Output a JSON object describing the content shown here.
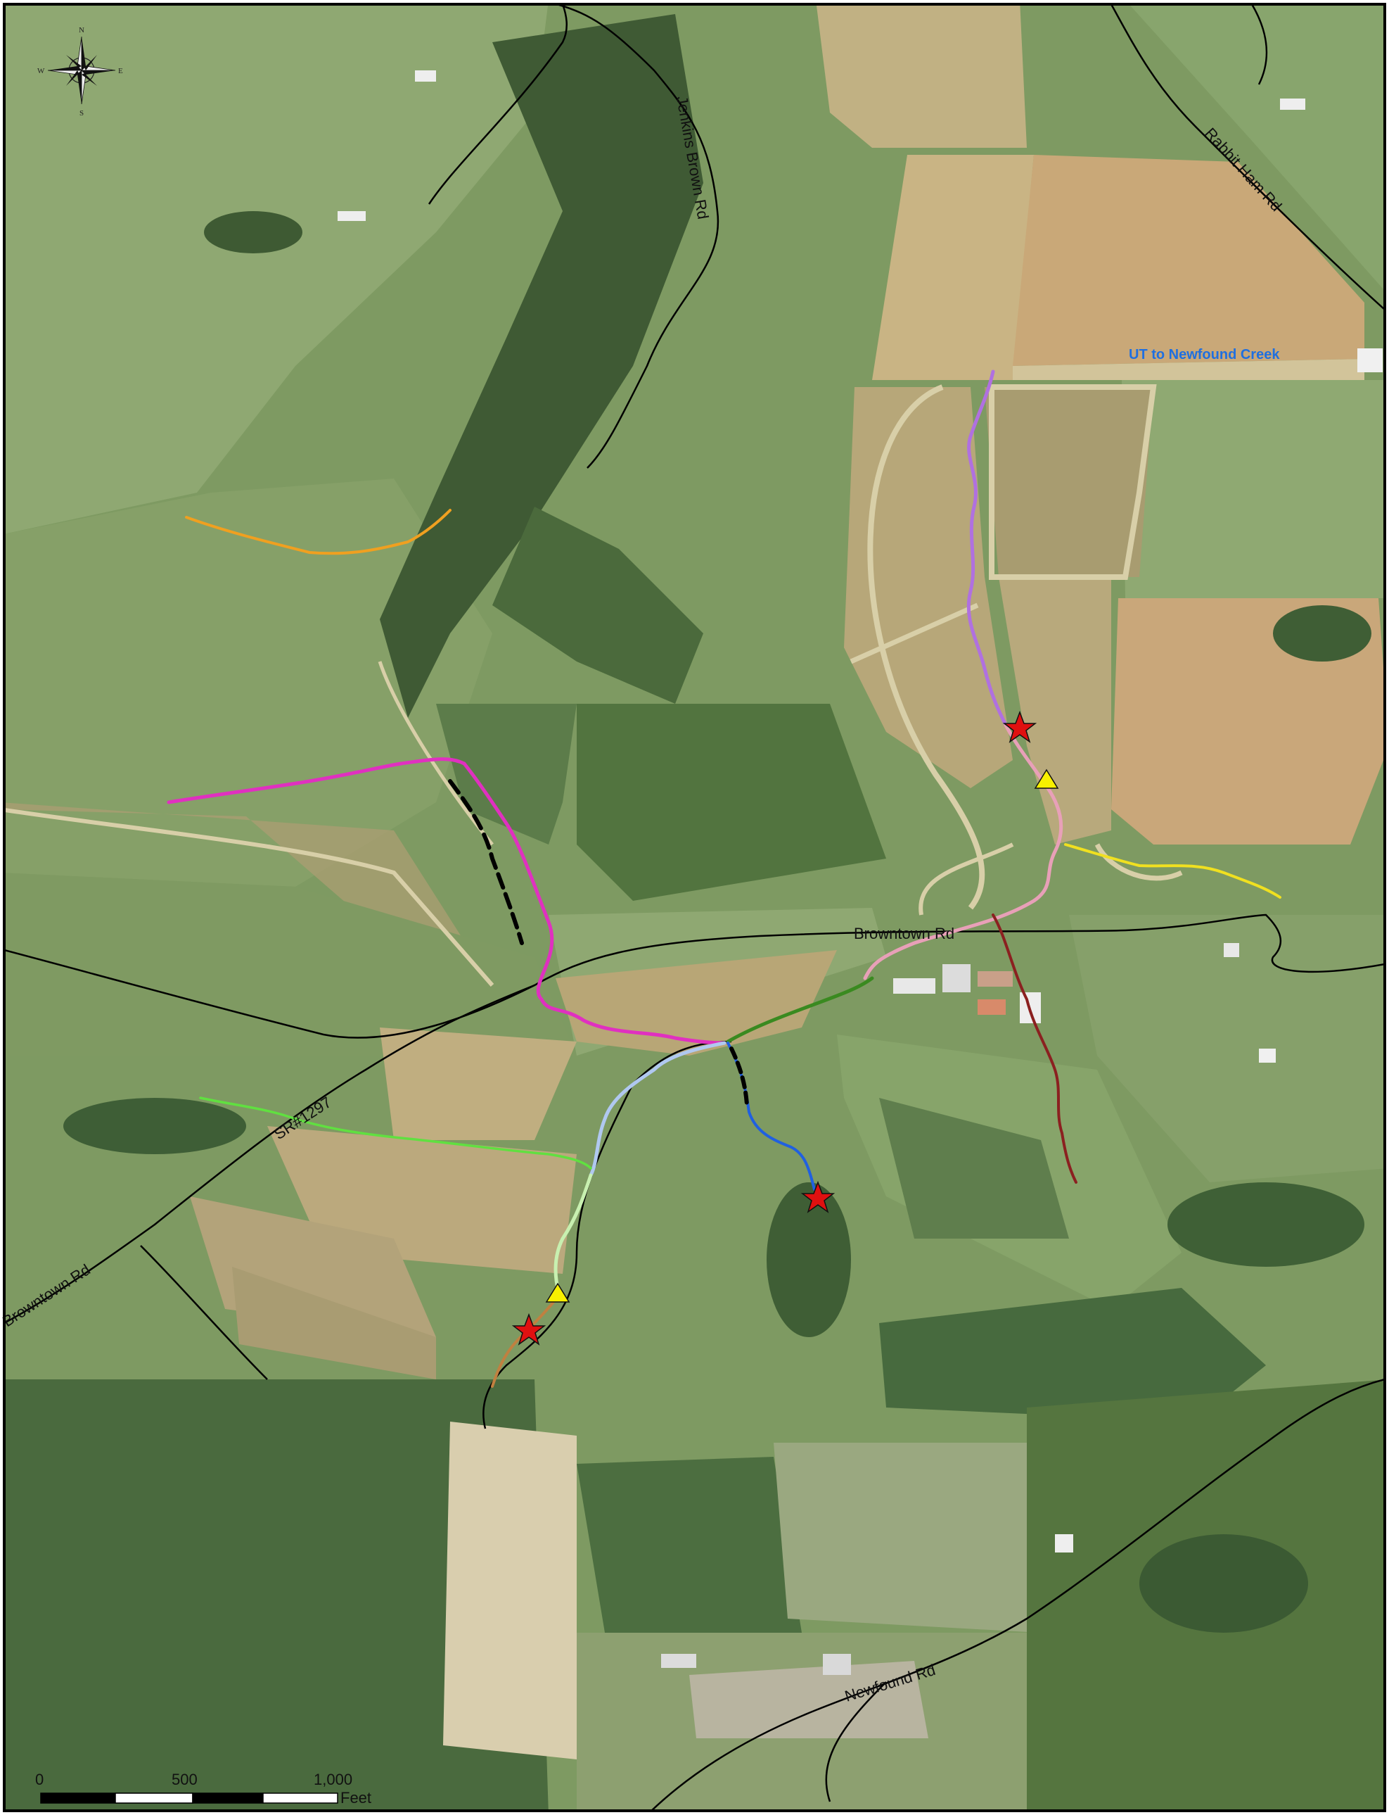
{
  "labels": {
    "jenkins_brown_rd": "Jenkins Brown Rd",
    "rabbit_ham_rd": "Rabbit Ham Rd",
    "browntown_rd_east": "Browntown Rd",
    "browntown_rd_west": "Browntown Rd",
    "sr1297": "SR#1297",
    "newfound_rd": "Newfound Rd",
    "ut_newfound_creek": "UT to Newfound Creek"
  },
  "compass": {
    "n": "N",
    "s": "S",
    "e": "E",
    "w": "W"
  },
  "scale_bar": {
    "t0": "0",
    "t500": "500",
    "t1000": "1,000",
    "unit": "Feet"
  },
  "colors": {
    "road": "#000000",
    "stream_purple": "#b070e0",
    "stream_pink": "#e8a0b8",
    "stream_magenta": "#e030c0",
    "stream_orange": "#f0a020",
    "stream_yellow": "#f0e020",
    "stream_darkred": "#8b2020",
    "stream_green": "#3a8a20",
    "stream_lightgreen": "#60e040",
    "stream_blue": "#2060e0",
    "stream_lightblue": "#b0c8f0",
    "stream_palegreen": "#c8f0b0",
    "stream_brown": "#c08040",
    "star_marker": "#e01010",
    "triangle_marker": "#f8f000"
  }
}
